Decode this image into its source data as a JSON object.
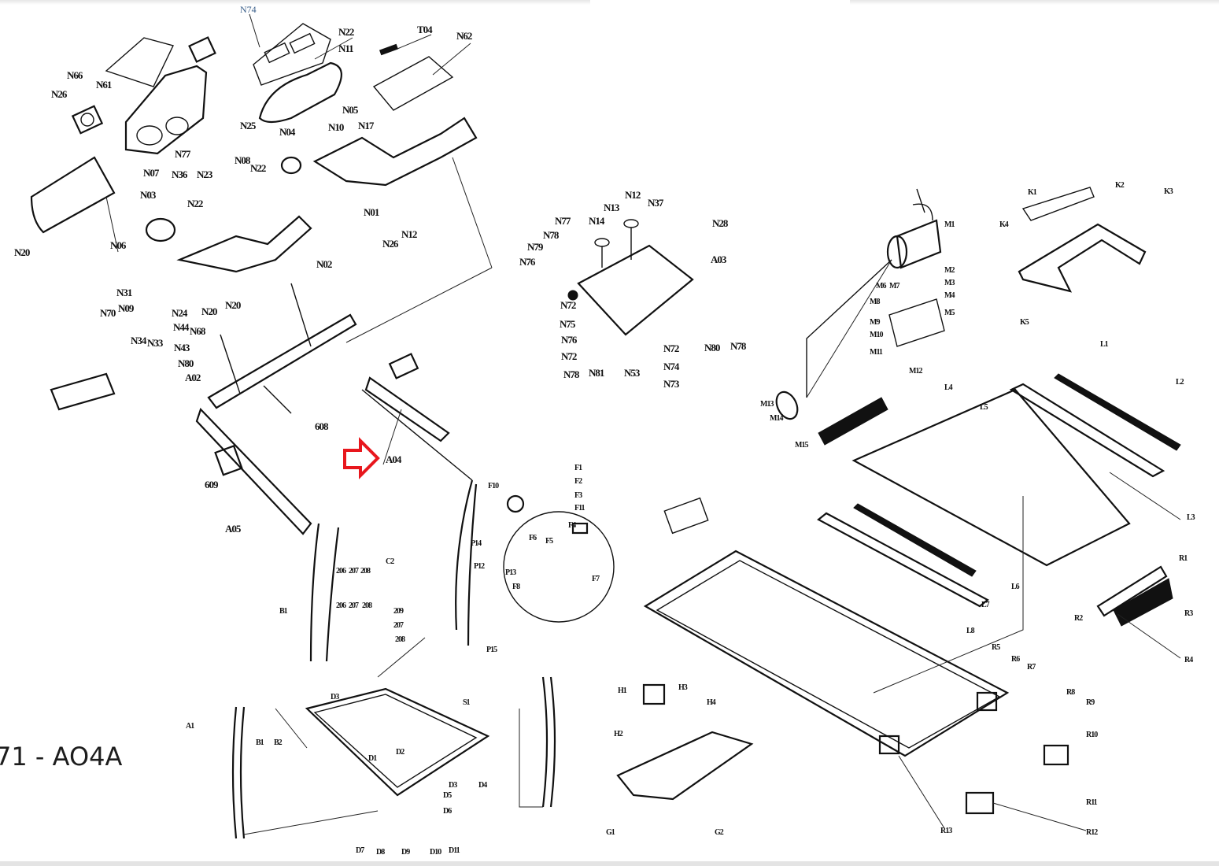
{
  "document": {
    "type": "exploded-parts-diagram",
    "model_label": "71 - AO4A",
    "highlight_arrow": {
      "color": "#e8171d",
      "points_to": "A04"
    }
  },
  "callouts": {
    "console": [
      "N74",
      "N22",
      "N11",
      "T04",
      "N62",
      "N66",
      "N26",
      "N61",
      "N05",
      "N10",
      "N17",
      "N25",
      "N04",
      "N77",
      "N07",
      "N36",
      "N23",
      "N08",
      "N22",
      "N03",
      "N01",
      "N06",
      "N20",
      "N22",
      "N12",
      "N26",
      "N02"
    ],
    "console_lower": [
      "N31",
      "N09",
      "N70",
      "N24",
      "N34",
      "N33",
      "N44",
      "N20",
      "N68",
      "N43",
      "N80",
      "A02",
      "N20",
      "A05",
      "609",
      "608"
    ],
    "incline_frame": [
      "N77",
      "A04",
      "N14",
      "N13",
      "N12",
      "N37",
      "N78",
      "N79",
      "N76",
      "N28",
      "A03",
      "N72",
      "N75",
      "N76",
      "N72",
      "N78",
      "N81",
      "N53",
      "N72",
      "N74",
      "N73",
      "N80",
      "N78"
    ],
    "left_upright": [
      "B1",
      "C2",
      "206",
      "207",
      "208",
      "206",
      "207",
      "208",
      "209",
      "207",
      "208"
    ],
    "electronics": [
      "F1",
      "F2",
      "F3",
      "F11",
      "F10",
      "F4",
      "F5",
      "F6",
      "F7",
      "F8",
      "P13",
      "P12",
      "P14",
      "P15"
    ],
    "base_frame": [
      "A1",
      "B1",
      "B2",
      "S1",
      "D3",
      "D1",
      "D2",
      "D3",
      "D4",
      "D5",
      "D6",
      "D7",
      "D8",
      "D9",
      "D10",
      "D11"
    ],
    "front_lower": [
      "H1",
      "H2",
      "H3",
      "H4",
      "G1",
      "G2"
    ],
    "motor": [
      "M1",
      "M2",
      "M3",
      "M4",
      "M5",
      "M6",
      "M7",
      "M8",
      "M9",
      "M10",
      "M11",
      "M12",
      "M13",
      "M14",
      "M15"
    ],
    "hood": [
      "K1",
      "K2",
      "K3",
      "K4",
      "K5"
    ],
    "deck": [
      "L1",
      "L2",
      "L3",
      "L4",
      "L5",
      "L6",
      "L7",
      "L8"
    ],
    "rear": [
      "R1",
      "R2",
      "R3",
      "R4",
      "R5",
      "R6",
      "R7",
      "R8",
      "R9",
      "R10",
      "R11",
      "R12",
      "R13"
    ]
  },
  "icons": {
    "highlight": "right-arrow-outline-icon"
  }
}
